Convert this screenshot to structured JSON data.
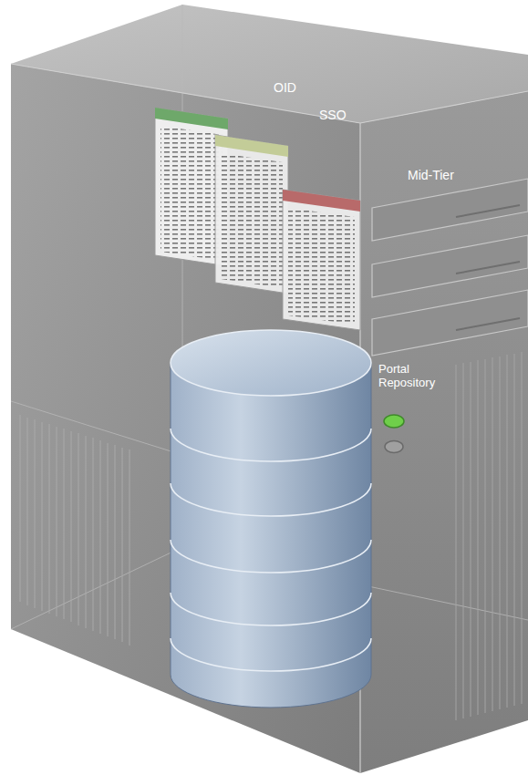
{
  "diagram": {
    "labels": [
      "OID",
      "SSO",
      "Mid-Tier",
      "Portal Repository"
    ]
  }
}
